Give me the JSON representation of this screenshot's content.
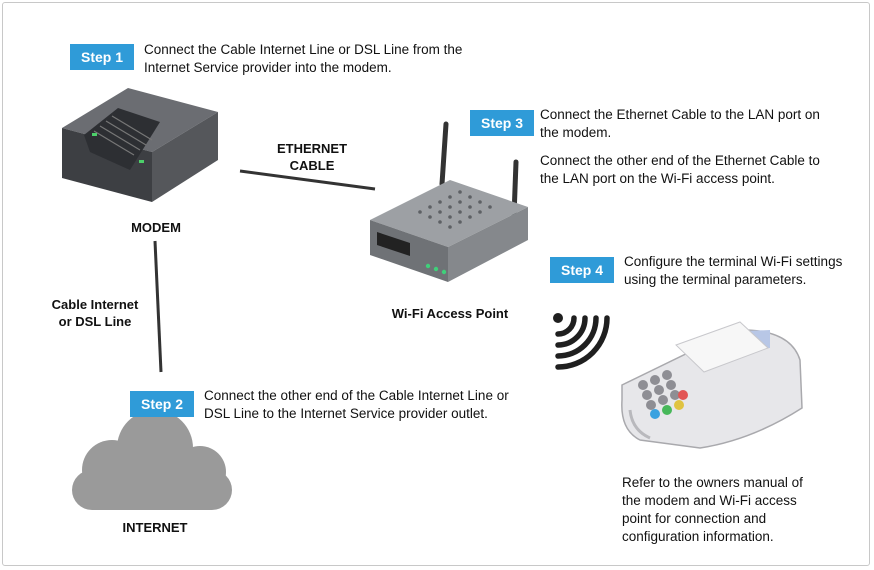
{
  "steps": [
    {
      "badge": "Step 1",
      "text": "Connect the Cable Internet Line or DSL Line from the Internet Service provider into the modem."
    },
    {
      "badge": "Step 2",
      "text": "Connect the other end of the Cable Internet Line or DSL Line to the Internet Service provider outlet."
    },
    {
      "badge": "Step 3",
      "text": "Connect the Ethernet Cable to the LAN port on the modem.",
      "text2": "Connect the other end of the Ethernet Cable to the LAN port on the Wi-Fi access point."
    },
    {
      "badge": "Step 4",
      "text": "Configure the terminal Wi-Fi settings using the terminal parameters."
    }
  ],
  "labels": {
    "modem": "MODEM",
    "ethernet_line1": "ETHERNET",
    "ethernet_line2": "CABLE",
    "cable_line1": "Cable Internet",
    "cable_line2": "or DSL Line",
    "wifi_ap": "Wi-Fi Access Point",
    "internet": "INTERNET"
  },
  "note": "Refer to the owners manual of the modem and Wi-Fi access point for connection and configuration information.",
  "colors": {
    "badge": "#2f9bd8",
    "device": "#4a4c50",
    "cloud": "#9a9a9a"
  }
}
